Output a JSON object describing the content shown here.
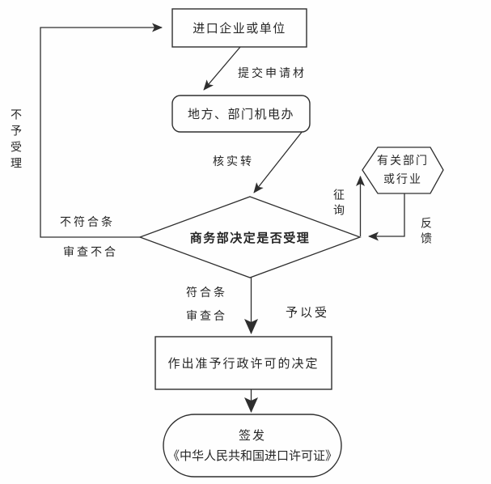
{
  "flowchart": {
    "nodes": {
      "importer": {
        "label": "进口企业或单位"
      },
      "local_office": {
        "label": "地方、部门机电办"
      },
      "mofcom_decision": {
        "label": "商务部决定是否受理"
      },
      "related_departments": {
        "line1": "有关部门",
        "line2": "或行业"
      },
      "grant_decision": {
        "label": "作出准予行政许可的决定"
      },
      "issue_license": {
        "line1": "签发",
        "line2": "《中华人民共和国进口许可证》"
      }
    },
    "edge_labels": {
      "submit_application": "提交申请材",
      "verify_transfer": "核实转",
      "consult": "征询",
      "feedback": "反馈",
      "not_accepted": "不予受理",
      "not_conforming_line1": "不符合条",
      "not_conforming_line2": "审查不合",
      "conforming_line1": "符合条",
      "conforming_line2": "审查合",
      "accept": "予以受"
    },
    "colors": {
      "background": "#fefefe",
      "line": "#2e2e2e",
      "text": "#262626"
    }
  }
}
